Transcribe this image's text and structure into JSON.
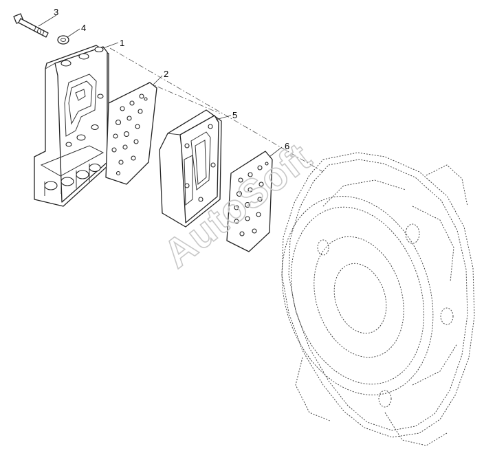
{
  "callouts": [
    {
      "id": "3",
      "label": "3"
    },
    {
      "id": "4",
      "label": "4"
    },
    {
      "id": "1",
      "label": "1"
    },
    {
      "id": "2",
      "label": "2"
    },
    {
      "id": "5",
      "label": "5"
    },
    {
      "id": "6",
      "label": "6"
    }
  ],
  "watermark": "AutoSoft"
}
